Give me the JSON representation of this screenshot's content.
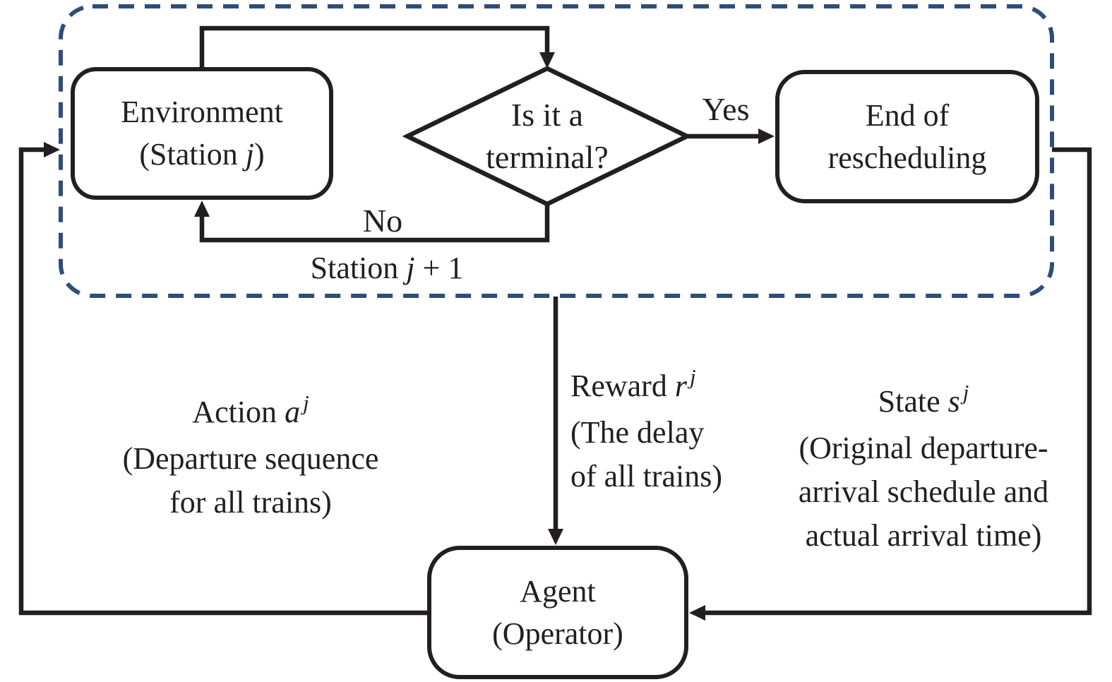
{
  "colors": {
    "line_black": "#231f20",
    "dashed_border_blue": "#2e4d7b",
    "node_fill": "#ffffff"
  },
  "nodes": {
    "environment": {
      "line1": "Environment",
      "line2_pre": "(Station ",
      "line2_italic": "j",
      "line2_post": ")"
    },
    "decision": {
      "line1": "Is it a",
      "line2": "terminal?"
    },
    "end": {
      "line1": "End of",
      "line2": "rescheduling"
    },
    "agent": {
      "line1": "Agent",
      "line2": "(Operator)"
    }
  },
  "edges": {
    "yes_label": "Yes",
    "no_label": "No",
    "station_next": {
      "pre": "Station ",
      "italic": "j",
      "post": " + 1"
    }
  },
  "annotations": {
    "action": {
      "label_pre": "Action ",
      "label_var": "a",
      "label_sup": "j",
      "desc_line1": "(Departure sequence",
      "desc_line2": "for all trains)"
    },
    "reward": {
      "label_pre": "Reward ",
      "label_var": "r",
      "label_sup": "j",
      "desc_line1": "(The delay",
      "desc_line2": "of all trains)"
    },
    "state": {
      "label_pre": "State ",
      "label_var": "s",
      "label_sup": "j",
      "desc_line1": "(Original departure-",
      "desc_line2": "arrival schedule and",
      "desc_line3": "actual arrival time)"
    }
  }
}
